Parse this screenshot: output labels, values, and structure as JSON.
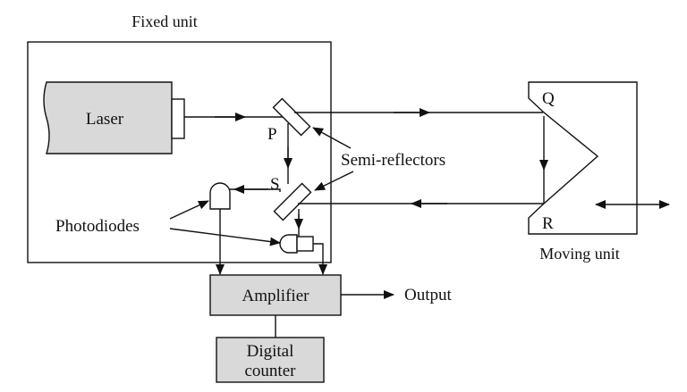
{
  "labels": {
    "fixed_unit": "Fixed unit",
    "laser": "Laser",
    "p": "P",
    "s": "S",
    "q": "Q",
    "r": "R",
    "semi_reflectors": "Semi-reflectors",
    "photodiodes": "Photodiodes",
    "moving_unit": "Moving unit",
    "amplifier": "Amplifier",
    "output": "Output",
    "digital_counter_line1": "Digital",
    "digital_counter_line2": "counter"
  },
  "colors": {
    "component_fill": "#d9d9d9",
    "stroke": "#111111",
    "background": "#ffffff"
  }
}
